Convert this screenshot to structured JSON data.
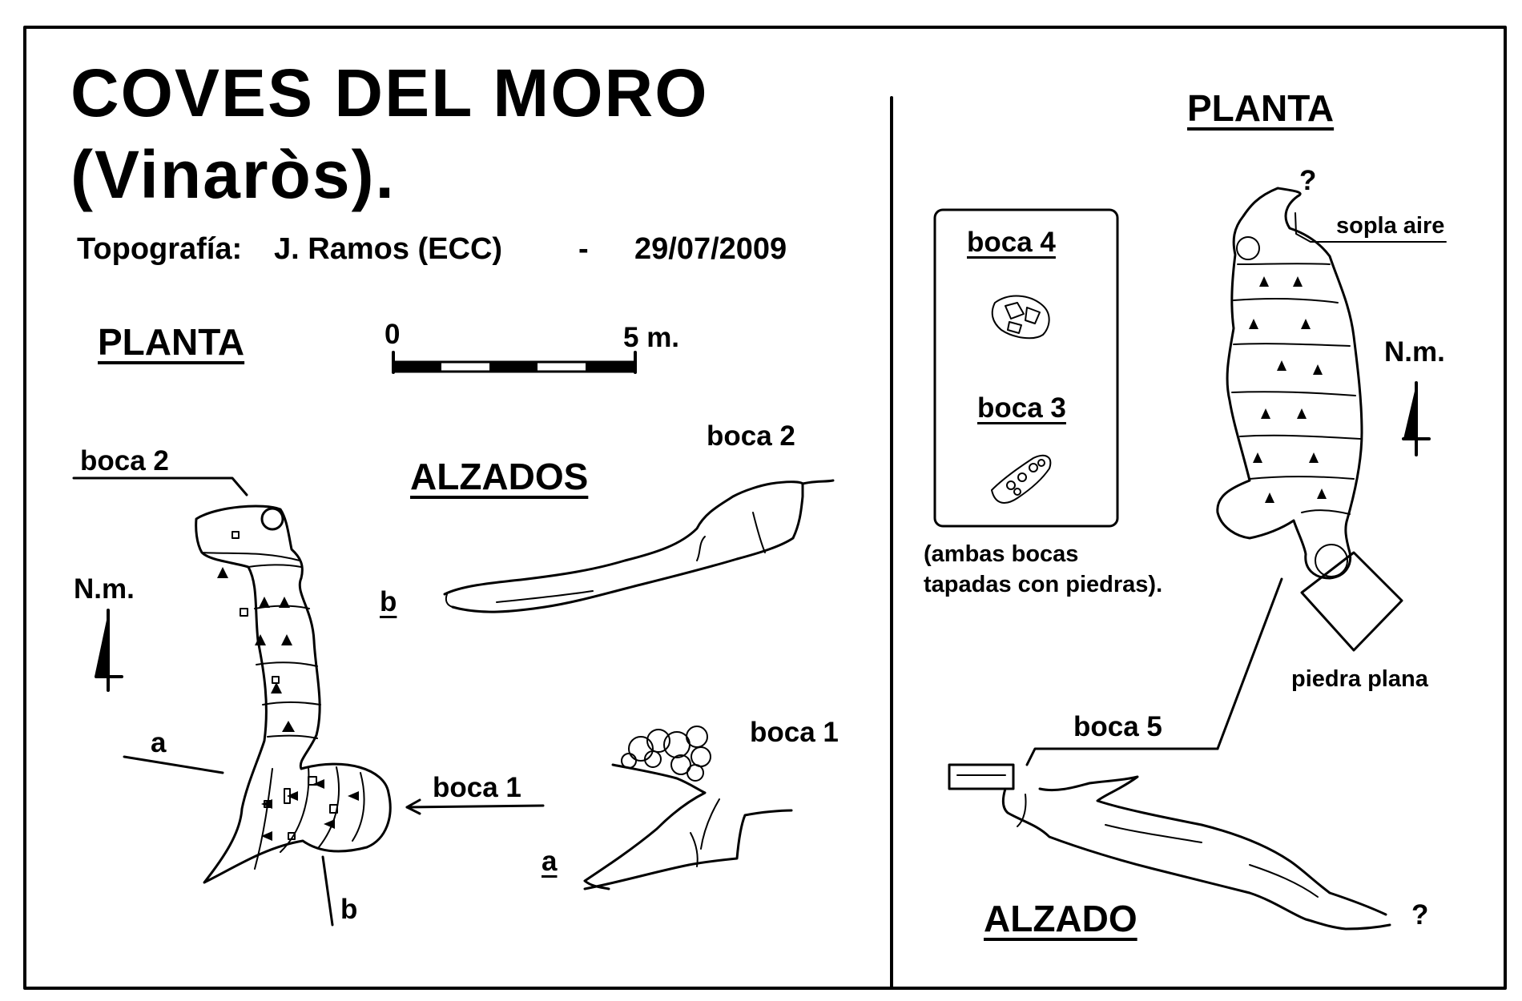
{
  "title_line1": "COVES  DEL  MORO",
  "title_line2": "(Vinaròs).",
  "credit": {
    "label": "Topografía:",
    "author": "J. Ramos  (ECC)",
    "separator": "-",
    "date": "29/07/2009"
  },
  "left_panel": {
    "planta_heading": "PLANTA",
    "scale": {
      "start": "0",
      "end": "5 m."
    },
    "north": "N.m.",
    "boca2_label": "boca  2",
    "boca1_label": "boca  1",
    "section_a": "a",
    "section_b": "b",
    "alzados_heading": "ALZADOS",
    "elev_b": {
      "marker": "b",
      "entrance": "boca  2"
    },
    "elev_a": {
      "marker": "a",
      "entrance": "boca  1"
    }
  },
  "right_panel": {
    "planta_heading": "PLANTA",
    "inset": {
      "boca4": "boca  4",
      "boca3": "boca  3",
      "note_line1": "(ambas bocas",
      "note_line2": "tapadas con piedras)."
    },
    "question_mark": "?",
    "sopla_aire": "sopla aire",
    "north": "N.m.",
    "piedra_plana": "piedra plana",
    "boca5_label": "boca  5",
    "alzado_heading": "ALZADO"
  }
}
